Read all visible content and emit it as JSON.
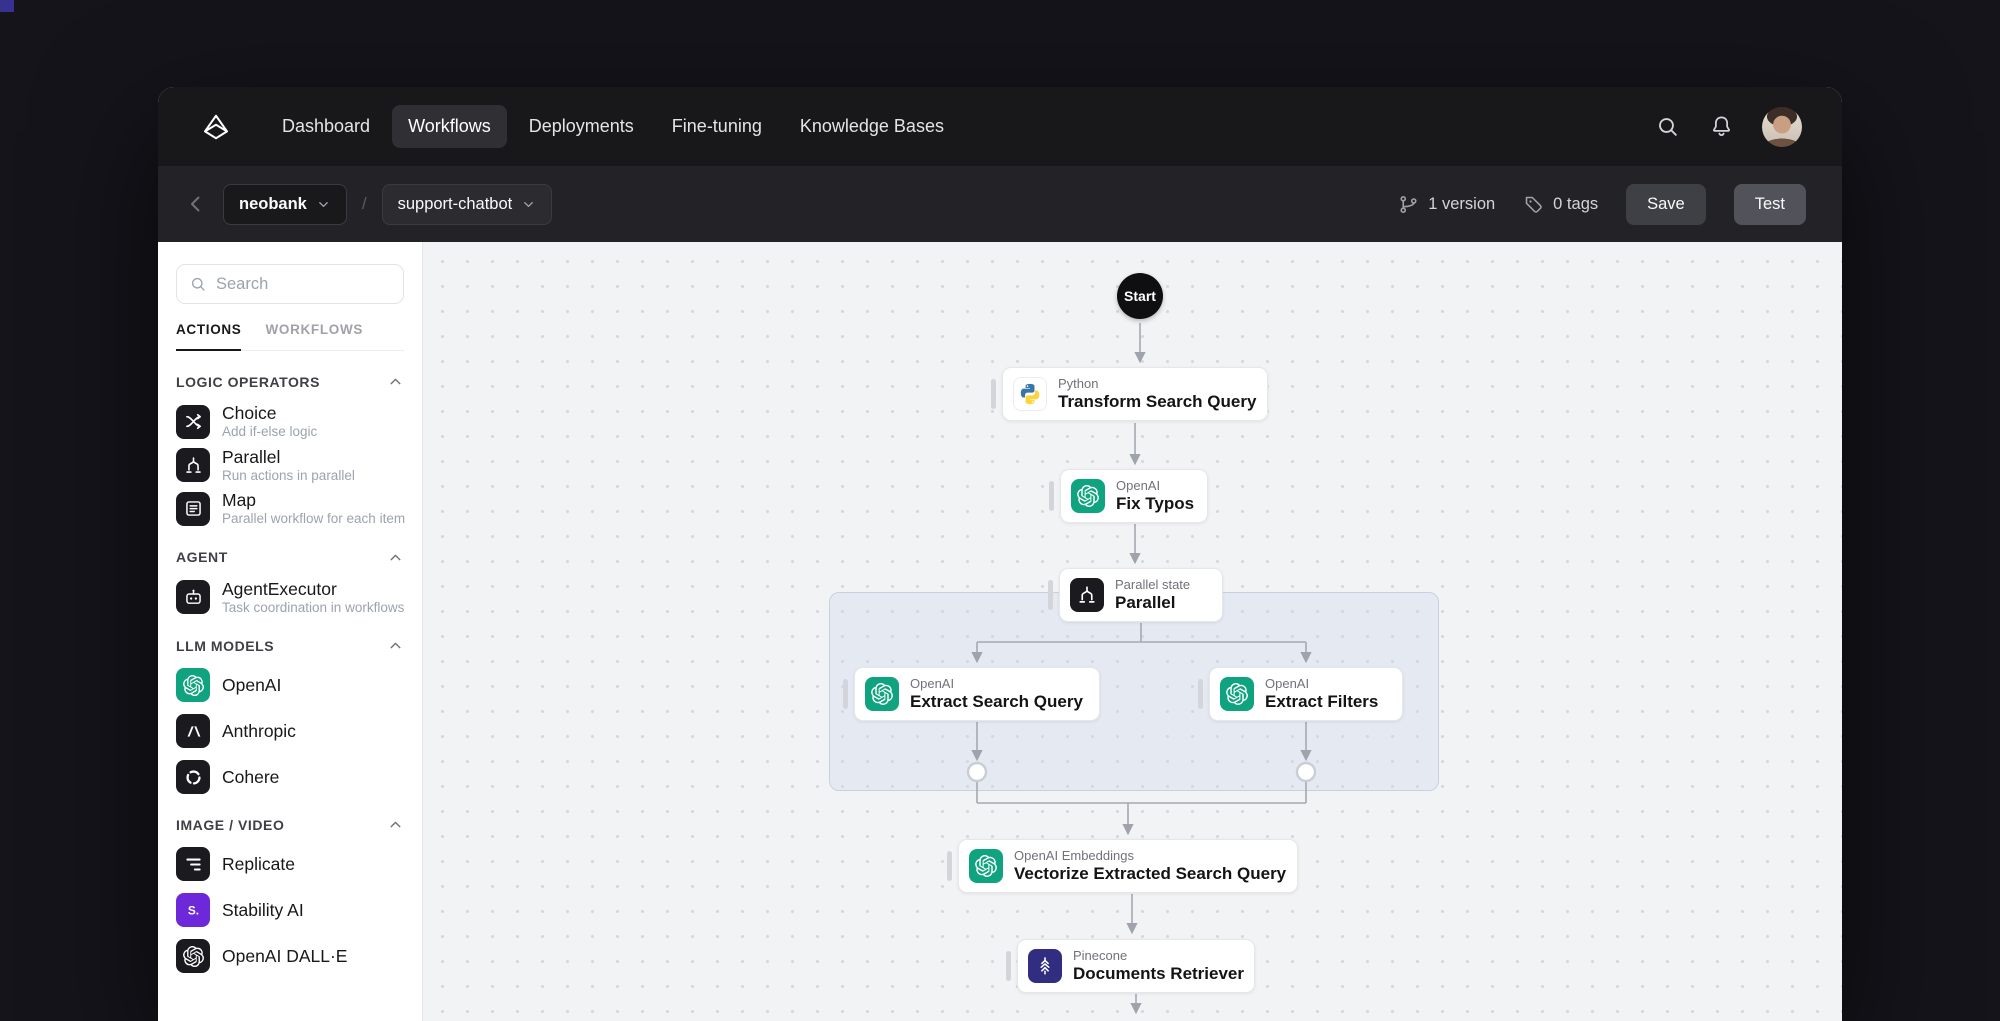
{
  "nav": {
    "items": [
      {
        "label": "Dashboard"
      },
      {
        "label": "Workflows"
      },
      {
        "label": "Deployments"
      },
      {
        "label": "Fine-tuning"
      },
      {
        "label": "Knowledge Bases"
      }
    ],
    "active": "Workflows"
  },
  "toolbar": {
    "project": "neobank",
    "separator": "/",
    "workflow": "support-chatbot",
    "version_count": "1 version",
    "tag_count": "0 tags",
    "save": "Save",
    "test": "Test"
  },
  "sidebar": {
    "search_placeholder": "Search",
    "tabs": {
      "actions": "ACTIONS",
      "workflows": "WORKFLOWS"
    },
    "sections": [
      {
        "title": "LOGIC OPERATORS",
        "items": [
          {
            "name": "Choice",
            "desc": "Add if-else logic",
            "icon": "choice-icon"
          },
          {
            "name": "Parallel",
            "desc": "Run actions in parallel",
            "icon": "parallel-icon"
          },
          {
            "name": "Map",
            "desc": "Parallel workflow for each item",
            "icon": "map-icon"
          }
        ]
      },
      {
        "title": "AGENT",
        "items": [
          {
            "name": "AgentExecutor",
            "desc": "Task coordination in workflows",
            "icon": "agent-executor-icon"
          }
        ]
      },
      {
        "title": "LLM MODELS",
        "items": [
          {
            "name": "OpenAI",
            "icon": "openai-icon"
          },
          {
            "name": "Anthropic",
            "icon": "anthropic-icon"
          },
          {
            "name": "Cohere",
            "icon": "cohere-icon"
          }
        ]
      },
      {
        "title": "IMAGE / VIDEO",
        "items": [
          {
            "name": "Replicate",
            "icon": "replicate-icon"
          },
          {
            "name": "Stability AI",
            "icon": "stability-icon"
          },
          {
            "name": "OpenAI DALL·E",
            "icon": "openai-icon"
          }
        ]
      }
    ]
  },
  "canvas": {
    "start_label": "Start",
    "nodes": [
      {
        "provider": "Python",
        "title": "Transform Search Query",
        "icon": "python-icon"
      },
      {
        "provider": "OpenAI",
        "title": "Fix Typos",
        "icon": "openai-icon"
      },
      {
        "provider": "Parallel state",
        "title": "Parallel",
        "icon": "parallel-icon"
      },
      {
        "provider": "OpenAI",
        "title": "Extract Search Query",
        "icon": "openai-icon"
      },
      {
        "provider": "OpenAI",
        "title": "Extract Filters",
        "icon": "openai-icon"
      },
      {
        "provider": "OpenAI Embeddings",
        "title": "Vectorize Extracted Search Query",
        "icon": "openai-icon"
      },
      {
        "provider": "Pinecone",
        "title": "Documents Retriever",
        "icon": "pinecone-icon"
      }
    ]
  },
  "colors": {
    "openai_green": "#10a37f",
    "stability_purple": "#6d28d9",
    "pinecone_indigo": "#312e81",
    "python_blue": "#3776ab",
    "python_yellow": "#ffd43b"
  }
}
